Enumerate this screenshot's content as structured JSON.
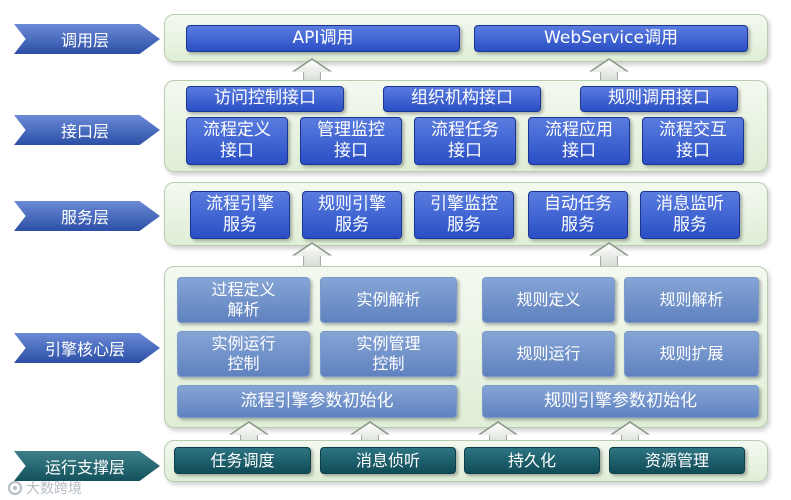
{
  "layers": {
    "call": {
      "label": "调用层",
      "boxes": [
        "API调用",
        "WebService调用"
      ]
    },
    "interface": {
      "label": "接口层",
      "top_boxes": [
        "访问控制接口",
        "组织机构接口",
        "规则调用接口"
      ],
      "boxes": [
        "流程定义\n接口",
        "管理监控\n接口",
        "流程任务\n接口",
        "流程应用\n接口",
        "流程交互\n接口"
      ]
    },
    "service": {
      "label": "服务层",
      "boxes": [
        "流程引擎\n服务",
        "规则引擎\n服务",
        "引擎监控\n服务",
        "自动任务\n服务",
        "消息监听\n服务"
      ]
    },
    "engine": {
      "label": "引擎核心层",
      "left_boxes": [
        "过程定义\n解析",
        "实例解析",
        "实例运行\n控制",
        "实例管理\n控制"
      ],
      "left_bottom": "流程引擎参数初始化",
      "right_boxes": [
        "规则定义",
        "规则解析",
        "规则运行",
        "规则扩展"
      ],
      "right_bottom": "规则引擎参数初始化"
    },
    "runtime": {
      "label": "运行支撑层",
      "boxes": [
        "任务调度",
        "消息侦听",
        "持久化",
        "资源管理"
      ]
    }
  },
  "watermark": "大数跨境",
  "colors": {
    "label_blue": "#3a5cb4",
    "label_teal": "#1c5e68",
    "box_dark_blue": "#2f55c8",
    "box_light_blue": "#6f8fca",
    "box_teal": "#155a66",
    "panel_green": "#e6f2e0"
  }
}
